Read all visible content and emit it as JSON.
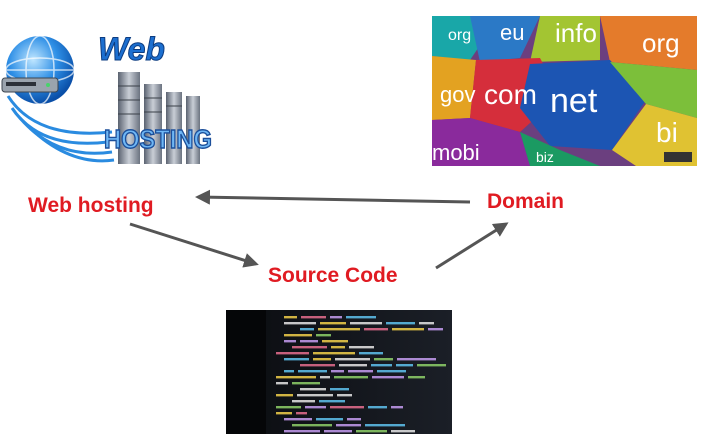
{
  "labels": {
    "web_hosting": "Web hosting",
    "domain": "Domain",
    "source_code": "Source Code"
  },
  "logo": {
    "word_top": "Web",
    "word_bottom": "HOSTING"
  },
  "domain_tiles": [
    "org",
    "eu",
    "info",
    "org",
    "gov",
    "com",
    "net",
    "bi",
    "mobi",
    "biz"
  ],
  "colors": {
    "label_red": "#e01b22",
    "arrow_gray": "#555555",
    "logo_blue": "#1c6fd0"
  }
}
